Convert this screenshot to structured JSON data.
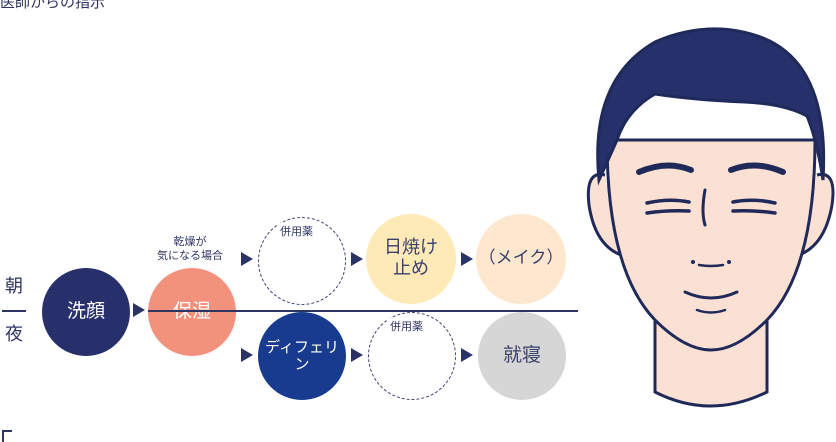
{
  "heading": "医師からの指示",
  "labels": {
    "morning": "朝",
    "night": "夜"
  },
  "morning_steps": {
    "wash": "洗顔",
    "moisturize": "保湿",
    "dry_note": "乾燥が\n気になる場合",
    "combo": "併用薬",
    "sunscreen": "日焼け\n止め",
    "makeup": "（メイク）"
  },
  "night_steps": {
    "differin": "ディフェリン",
    "combo": "併用薬",
    "sleep": "就寝"
  },
  "colors": {
    "navy": "#28306b",
    "salmon": "#f2927d",
    "yellow": "#fdeab7",
    "peach": "#fde7cf",
    "blue": "#183a8f",
    "gray": "#d6d6d6",
    "hair": "#26306a",
    "skin": "#fbe1d4"
  },
  "illustration": "face-closed-eyes"
}
